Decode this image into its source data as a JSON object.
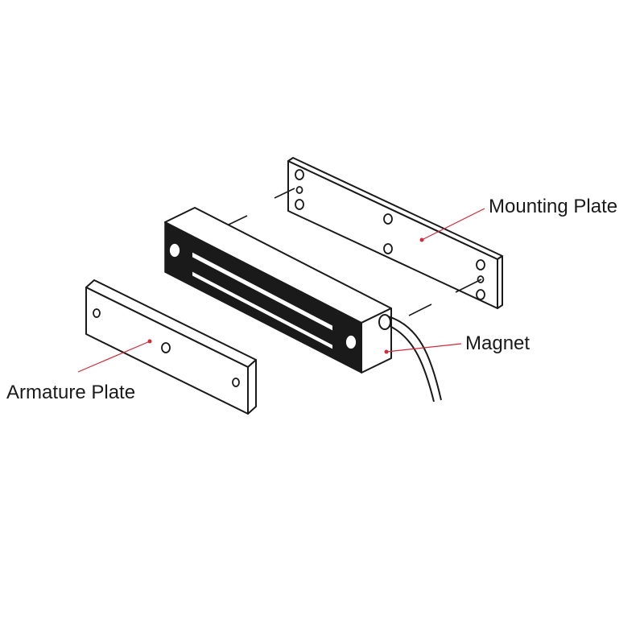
{
  "labels": {
    "mounting_plate": "Mounting Plate",
    "magnet": "Magnet",
    "armature_plate": "Armature Plate"
  },
  "colors": {
    "outline": "#1a1a1a",
    "leader": "#cf2b3a",
    "background": "#ffffff"
  }
}
